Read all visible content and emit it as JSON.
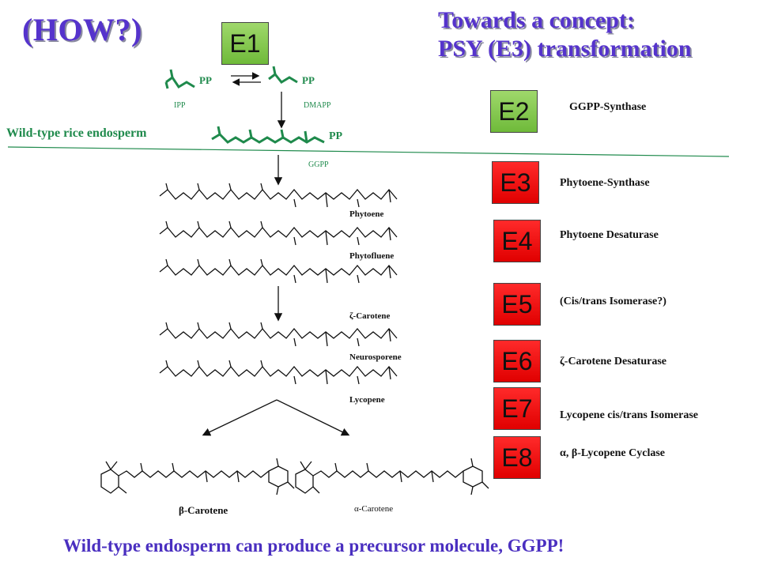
{
  "header": {
    "how": "(HOW?)",
    "concept_line1": "Towards a concept:",
    "concept_line2": "PSY (E3) transformation"
  },
  "enzymes": [
    {
      "box": "E1",
      "name": ""
    },
    {
      "box": "E2",
      "name": "GGPP-Synthase"
    },
    {
      "box": "E3",
      "name": "Phytoene-Synthase"
    },
    {
      "box": "E4",
      "name": "Phytoene Desaturase"
    },
    {
      "box": "E5",
      "name": "(Cis/trans Isomerase?)"
    },
    {
      "box": "E6",
      "name": "ζ-Carotene Desaturase"
    },
    {
      "box": "E7",
      "name": "Lycopene cis/trans Isomerase"
    },
    {
      "box": "E8",
      "name": "α, β-Lycopene Cyclase"
    }
  ],
  "precursors": {
    "ipp": "IPP",
    "dmapp": "DMAPP",
    "ggpp": "GGPP",
    "pp": "PP",
    "wild_type_label": "Wild-type  rice endosperm"
  },
  "molecules": {
    "phytoene": "Phytoene",
    "phytofluene": "Phytofluene",
    "zeta_carotene": "ζ-Carotene",
    "neurosporene": "Neurosporene",
    "lycopene": "Lycopene",
    "beta_carotene": "β-Carotene",
    "alpha_carotene": "α-Carotene"
  },
  "footer": "Wild-type endosperm can produce a precursor molecule, GGPP!",
  "colors": {
    "title": "#5533cc",
    "green_box": "#7cc44a",
    "red_box": "#ee0000",
    "pathway_green": "#1f8a4c",
    "footer": "#4a2fc0"
  }
}
